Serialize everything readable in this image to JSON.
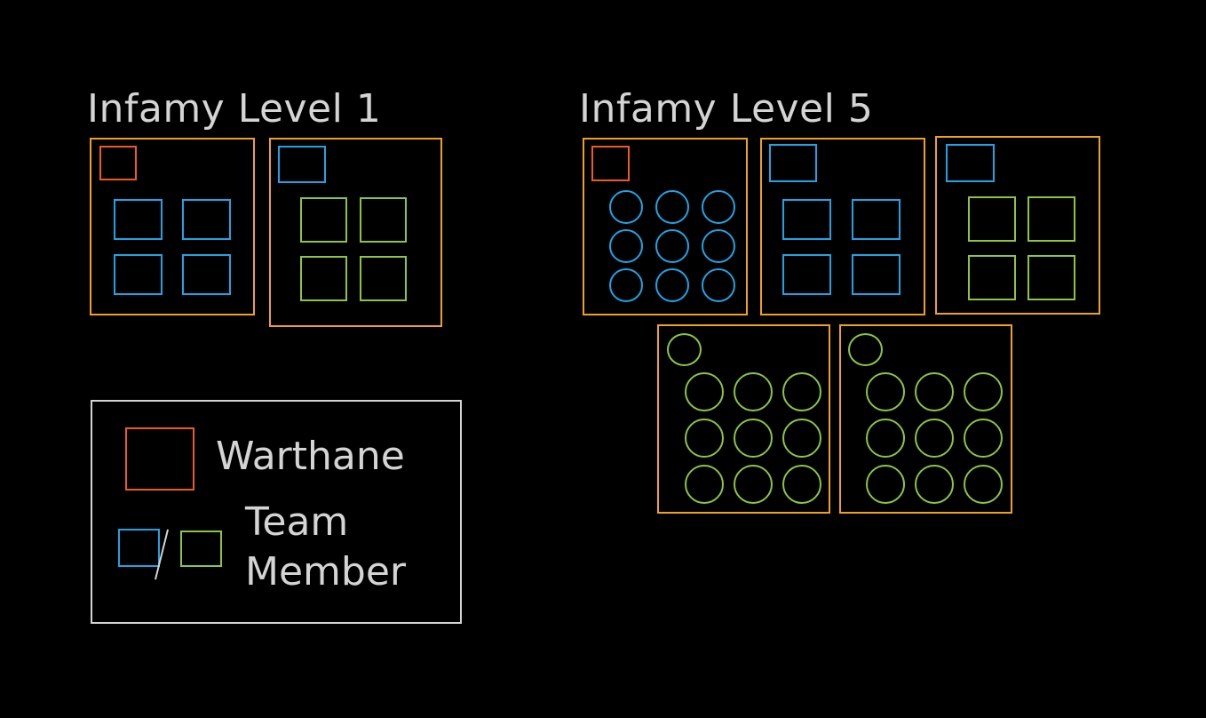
{
  "colors": {
    "background": "#000000",
    "group_border": "#f0a21e",
    "warthane": "#f05a22",
    "team_blue": "#1ea4e6",
    "team_green": "#8cc63e",
    "text": "#d4d4d4"
  },
  "titles": {
    "level1": "Infamy Level 1",
    "level5": "Infamy Level 5"
  },
  "legend": {
    "warthane_label": "Warthane",
    "team_member_label_line1": "Team",
    "team_member_label_line2": "Member"
  }
}
